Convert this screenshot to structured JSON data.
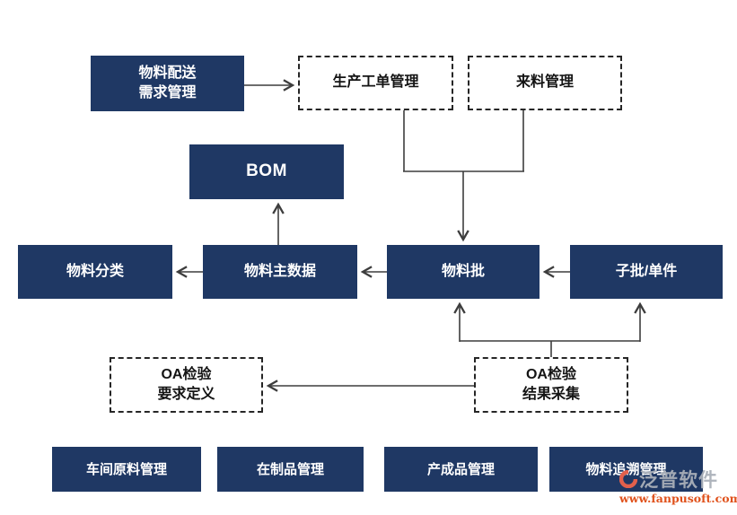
{
  "diagram": {
    "nodes": {
      "material_distribution": "物料配送\n需求管理",
      "production_work_order": "生产工单管理",
      "incoming_material": "来料管理",
      "bom": "BOM",
      "material_category": "物料分类",
      "material_master": "物料主数据",
      "material_batch": "物料批",
      "sub_batch_unit": "子批/单件",
      "qa_requirement_definition": "OA检验\n要求定义",
      "qa_result_collection": "OA检验\n结果采集",
      "workshop_raw_material": "车间原料管理",
      "work_in_progress": "在制品管理",
      "finished_goods": "产成品管理",
      "material_traceability": "物料追溯管理"
    },
    "edges": [
      {
        "from": "物料配送需求管理",
        "to": "生产工单管理"
      },
      {
        "from": "生产工单管理",
        "to": "物料批"
      },
      {
        "from": "来料管理",
        "to": "物料批"
      },
      {
        "from": "物料主数据",
        "to": "BOM"
      },
      {
        "from": "物料主数据",
        "to": "物料分类"
      },
      {
        "from": "物料批",
        "to": "物料主数据"
      },
      {
        "from": "子批/单件",
        "to": "物料批"
      },
      {
        "from": "OA检验结果采集",
        "to": "物料批"
      },
      {
        "from": "OA检验结果采集",
        "to": "子批/单件"
      },
      {
        "from": "OA检验结果采集",
        "to": "OA检验要求定义"
      }
    ],
    "colors": {
      "solid_bg": "#1f3864",
      "solid_text": "#ffffff",
      "dashed_border": "#262626",
      "line": "#3d3d3d",
      "watermark_url": "#e0521c"
    },
    "watermark": {
      "logo_text": "泛普软件",
      "url": "www.fanpusoft.com"
    }
  }
}
